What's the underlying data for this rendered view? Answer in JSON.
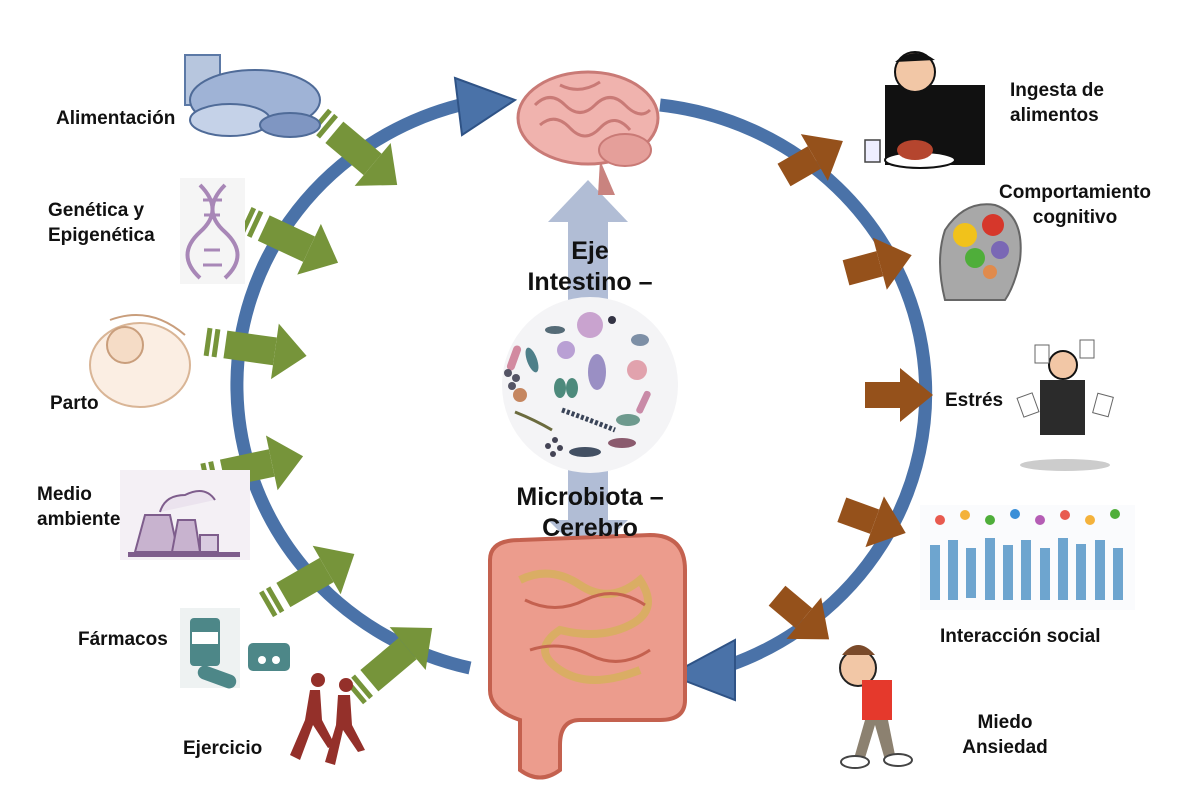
{
  "diagram": {
    "center_title_top": [
      "Eje",
      "Intestino –"
    ],
    "center_title_bottom": [
      "Microbiota –",
      "Cerebro"
    ],
    "top_node": "brain",
    "bottom_node": "gut",
    "left_factors": [
      {
        "label": "Alimentación",
        "icon": "food-icon"
      },
      {
        "label": "Genética y Epigenética",
        "icon": "dna-icon"
      },
      {
        "label": "Parto",
        "icon": "fetus-icon"
      },
      {
        "label": "Medio ambiente",
        "icon": "factory-pollution-icon"
      },
      {
        "label": "Fármacos",
        "icon": "medicine-pills-icon"
      },
      {
        "label": "Ejercicio",
        "icon": "runners-icon"
      }
    ],
    "right_outcomes": [
      {
        "label": "Ingesta de alimentos",
        "icon": "man-eating-icon"
      },
      {
        "label": "Comportamiento cognitivo",
        "icon": "head-gears-icon"
      },
      {
        "label": "Estrés",
        "icon": "stressed-businessman-icon"
      },
      {
        "label": "Interacción social",
        "icon": "crowd-talking-icon"
      },
      {
        "label": "Miedo Ansiedad",
        "icon": "anxious-man-icon"
      }
    ],
    "colors": {
      "cycle_arrow": "#4a72a8",
      "input_arrows": "#76943a",
      "output_arrows": "#95511b",
      "axis_arrow": "#a9b6d1"
    }
  }
}
